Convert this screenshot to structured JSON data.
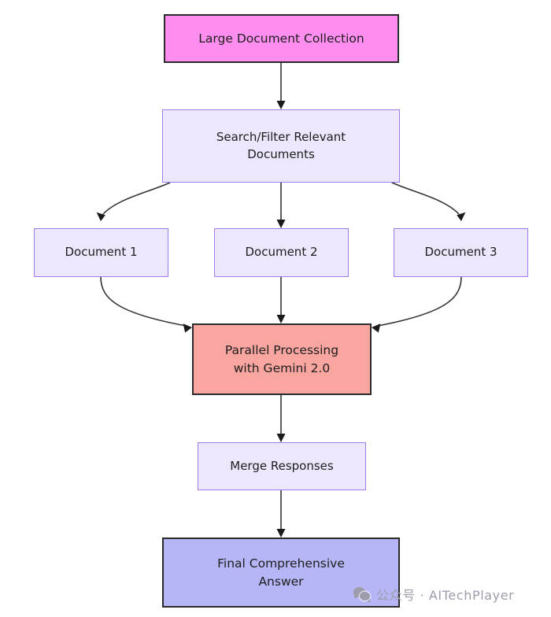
{
  "diagram": {
    "background_color": "#ffffff",
    "nodes": [
      {
        "id": "source",
        "label": "Large Document Collection",
        "fill": "#ff8ef0",
        "stroke": "#2b2b2b"
      },
      {
        "id": "filter",
        "label": "Search/Filter Relevant\nDocuments",
        "fill": "#ece7fd",
        "stroke": "#9f7bea"
      },
      {
        "id": "doc1",
        "label": "Document 1",
        "fill": "#ece7fd",
        "stroke": "#9f7bea"
      },
      {
        "id": "doc2",
        "label": "Document 2",
        "fill": "#ece7fd",
        "stroke": "#9f7bea"
      },
      {
        "id": "doc3",
        "label": "Document 3",
        "fill": "#ece7fd",
        "stroke": "#9f7bea"
      },
      {
        "id": "parallel",
        "label": "Parallel Processing\nwith Gemini 2.0",
        "fill": "#f9a5a0",
        "stroke": "#2b2b2b"
      },
      {
        "id": "merge",
        "label": "Merge Responses",
        "fill": "#ece7fd",
        "stroke": "#9f7bea"
      },
      {
        "id": "final",
        "label": "Final Comprehensive\nAnswer",
        "fill": "#b6b6f7",
        "stroke": "#2b2b2b"
      }
    ],
    "edges": [
      {
        "from": "source",
        "to": "filter",
        "style": "straight"
      },
      {
        "from": "filter",
        "to": "doc1",
        "style": "curved"
      },
      {
        "from": "filter",
        "to": "doc2",
        "style": "straight"
      },
      {
        "from": "filter",
        "to": "doc3",
        "style": "curved"
      },
      {
        "from": "doc1",
        "to": "parallel",
        "style": "curved"
      },
      {
        "from": "doc2",
        "to": "parallel",
        "style": "straight"
      },
      {
        "from": "doc3",
        "to": "parallel",
        "style": "curved"
      },
      {
        "from": "parallel",
        "to": "merge",
        "style": "straight"
      },
      {
        "from": "merge",
        "to": "final",
        "style": "straight"
      }
    ],
    "edge_color": "#333333"
  },
  "watermark": {
    "icon": "wechat-icon",
    "text": "公众号 · AITechPlayer",
    "color": "#9c9cab"
  }
}
